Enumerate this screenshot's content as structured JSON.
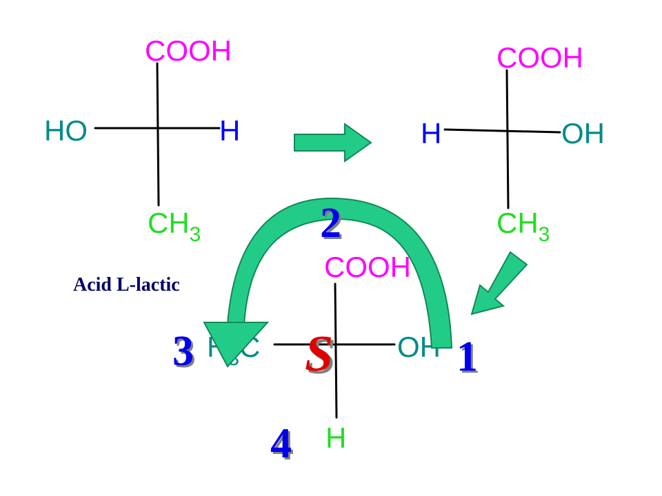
{
  "colors": {
    "cooh": "#ff00ff",
    "oh": "#008a8a",
    "h": "#0000ff",
    "ch3": "#22dd22",
    "s": "#e00000",
    "priority": "#0000ee",
    "arrow_fill": "#22cc88",
    "arrow_dark": "#118855"
  },
  "left_structure": {
    "top": "COOH",
    "left": "HO",
    "right": "H",
    "bottom_base": "CH",
    "bottom_sub": "3"
  },
  "right_structure": {
    "top": "COOH",
    "left": "H",
    "right": "OH",
    "bottom_base": "CH",
    "bottom_sub": "3"
  },
  "center_structure": {
    "top": "COOH",
    "left_base": "H",
    "left_sub": "3",
    "left_tail": "C",
    "right": "OH",
    "bottom": "H"
  },
  "caption": "Acid L-lactic",
  "chirality_label": "S",
  "priorities": [
    "1",
    "2",
    "3",
    "4"
  ]
}
